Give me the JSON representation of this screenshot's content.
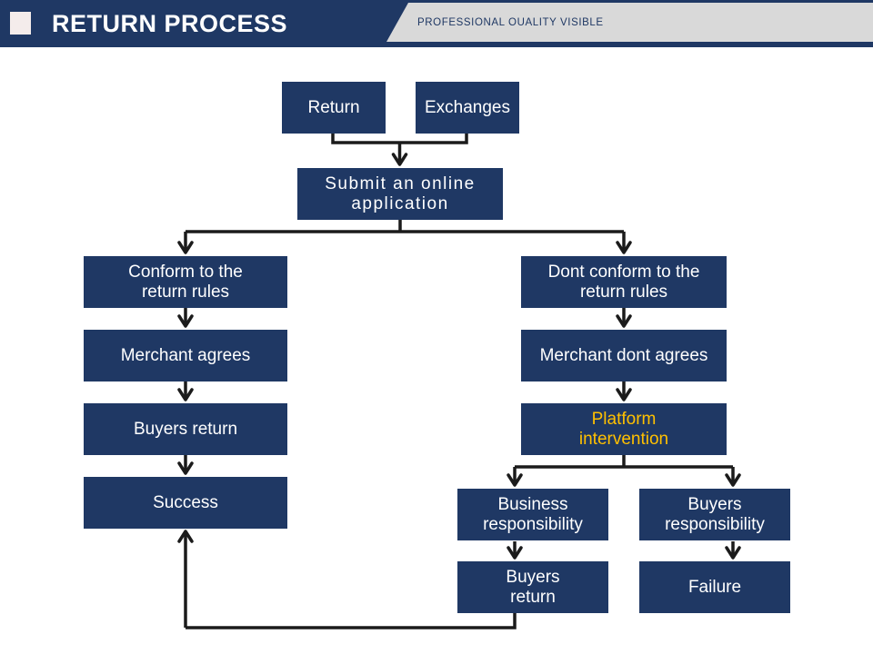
{
  "slide": {
    "title": "RETURN PROCESS",
    "subtitle": "PROFESSIONAL OUALITY VISIBLE"
  },
  "colors": {
    "box_navy": "#1F3864",
    "highlight_yellow": "#FFC000",
    "ribbon_gray": "#D9D9D9",
    "connector_black": "#1B1B1B",
    "accent_square_white": "#F4ECEB"
  },
  "flowchart": {
    "nodes": {
      "return": {
        "label": "Return"
      },
      "exchanges": {
        "label": "Exchanges"
      },
      "submit": {
        "label": "Submit an online\napplication"
      },
      "conform": {
        "label": "Conform to the\nreturn rules"
      },
      "merchant_agrees": {
        "label": "Merchant agrees"
      },
      "buyers_return_left": {
        "label": "Buyers return"
      },
      "success": {
        "label": "Success"
      },
      "dont_conform": {
        "label": "Dont conform to the\nreturn rules"
      },
      "merchant_dont_agrees": {
        "label": "Merchant dont agrees"
      },
      "platform_intervention": {
        "label": "Platform\nintervention",
        "text_color": "#FFC000"
      },
      "business_responsibility": {
        "label": "Business\nresponsibility"
      },
      "buyers_responsibility": {
        "label": "Buyers\nresponsibility"
      },
      "buyers_return_bottom": {
        "label": "Buyers\nreturn"
      },
      "failure": {
        "label": "Failure"
      }
    }
  }
}
